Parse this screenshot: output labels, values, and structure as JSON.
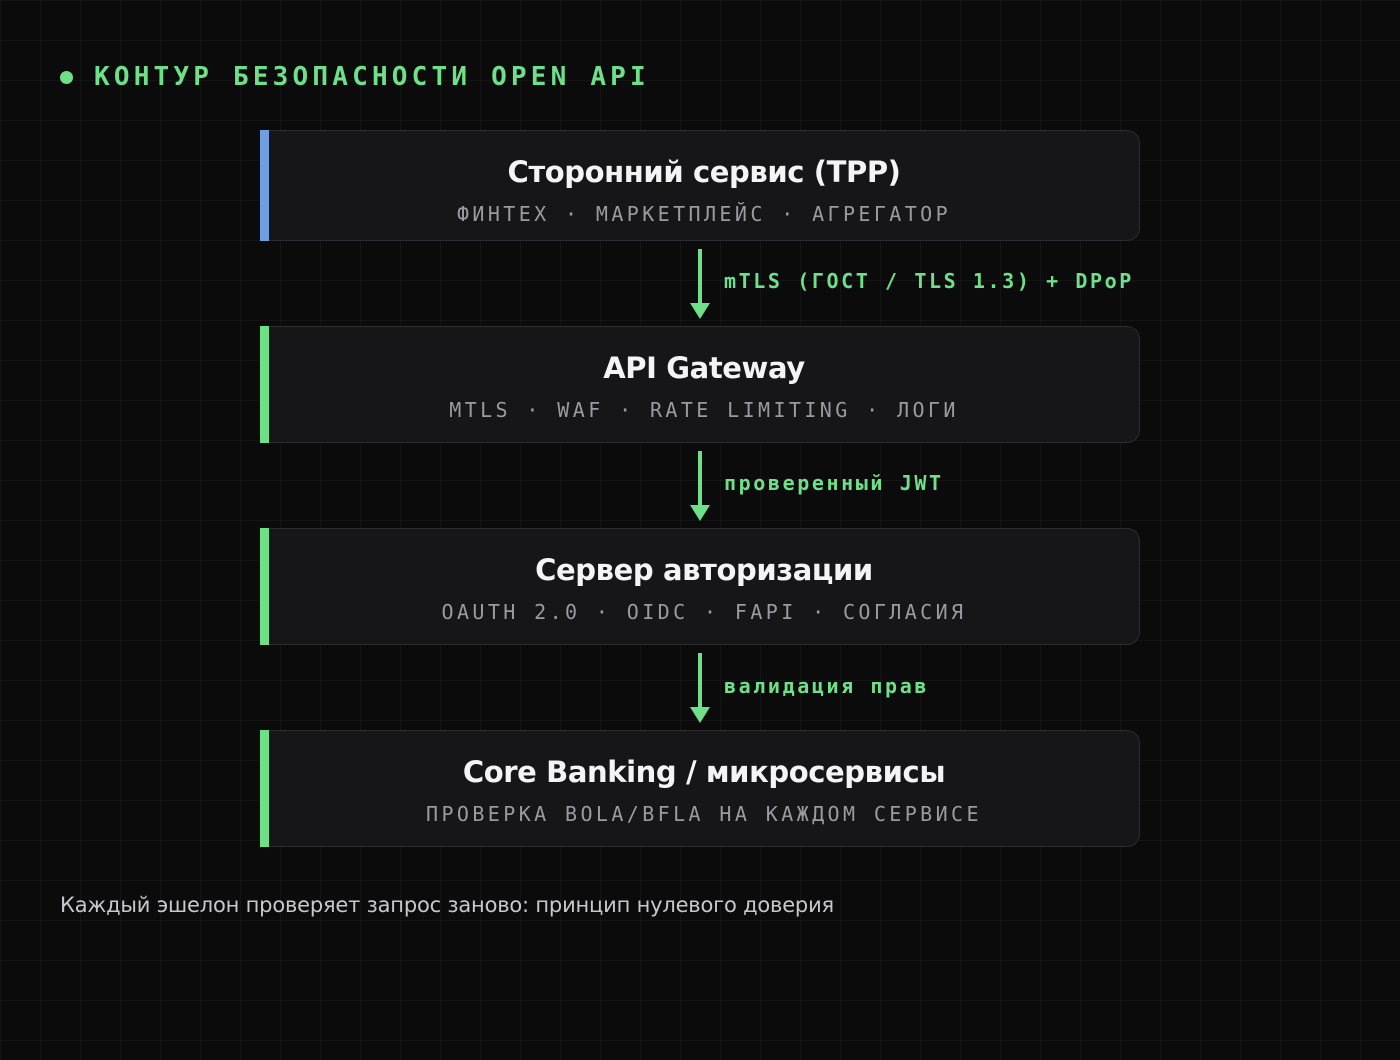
{
  "colors": {
    "accent": "#6ee08a",
    "tpp_bar": "#6f9fe0",
    "box_bg": "#161619",
    "background": "#0b0b0c"
  },
  "header": {
    "icon": "status-dot-icon",
    "title": "КОНТУР БЕЗОПАСНОСТИ OPEN API"
  },
  "layers": [
    {
      "title": "Сторонний сервис (TPP)",
      "subtitle": "ФИНТЕХ · МАРКЕТПЛЕЙС · АГРЕГАТОР",
      "bar_color": "#6f9fe0"
    },
    {
      "title": "API Gateway",
      "subtitle": "MTLS · WAF · RATE LIMITING · ЛОГИ",
      "bar_color": "#6ee08a"
    },
    {
      "title": "Сервер авторизации",
      "subtitle": "OAUTH 2.0 · OIDC · FAPI · СОГЛАСИЯ",
      "bar_color": "#6ee08a"
    },
    {
      "title": "Core Banking / микросервисы",
      "subtitle": "ПРОВЕРКА BOLA/BFLA НА КАЖДОМ СЕРВИСЕ",
      "bar_color": "#6ee08a"
    }
  ],
  "connections": [
    {
      "label": "mTLS (ГОСТ / TLS 1.3) + DPoP"
    },
    {
      "label": "проверенный JWT"
    },
    {
      "label": "валидация прав"
    }
  ],
  "footer": {
    "text": "Каждый эшелон проверяет запрос заново: принцип нулевого доверия"
  }
}
